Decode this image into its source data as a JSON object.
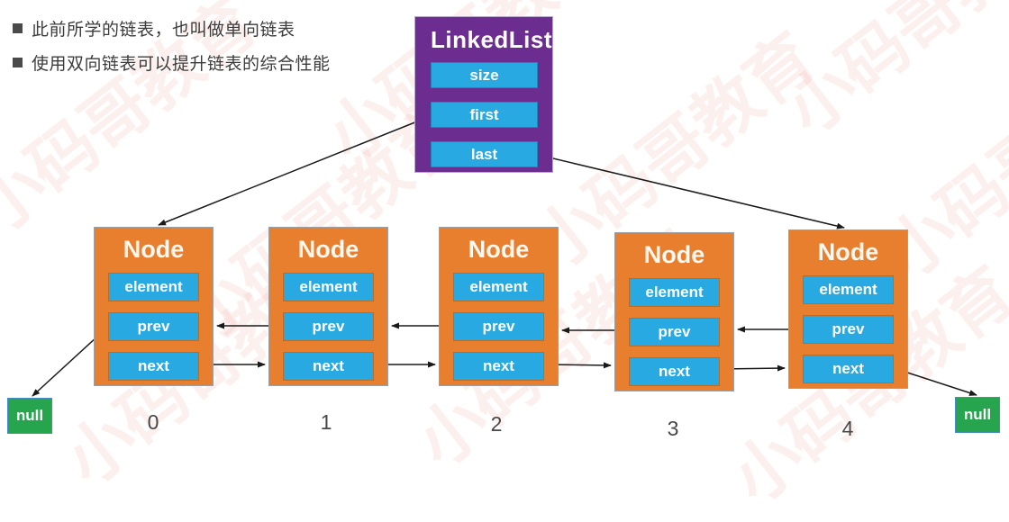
{
  "bullets": [
    {
      "text": "此前所学的链表，也叫做单向链表"
    },
    {
      "text": "使用双向链表可以提升链表的综合性能"
    }
  ],
  "linkedlist": {
    "title": "LinkedList",
    "fields": [
      "size",
      "first",
      "last"
    ]
  },
  "nodes": [
    {
      "title": "Node",
      "fields": [
        "element",
        "prev",
        "next"
      ],
      "index": "0"
    },
    {
      "title": "Node",
      "fields": [
        "element",
        "prev",
        "next"
      ],
      "index": "1"
    },
    {
      "title": "Node",
      "fields": [
        "element",
        "prev",
        "next"
      ],
      "index": "2"
    },
    {
      "title": "Node",
      "fields": [
        "element",
        "prev",
        "next"
      ],
      "index": "3"
    },
    {
      "title": "Node",
      "fields": [
        "element",
        "prev",
        "next"
      ],
      "index": "4"
    }
  ],
  "null_left": "null",
  "null_right": "null",
  "watermark": "小码哥教育",
  "colors": {
    "linkedlist_purple": "#6b2d90",
    "field_blue": "#29a9e1",
    "node_orange": "#e87f2e",
    "null_green": "#27a44e",
    "arrow_black": "#1a1a1a",
    "watermark_pink": "#e98070"
  }
}
